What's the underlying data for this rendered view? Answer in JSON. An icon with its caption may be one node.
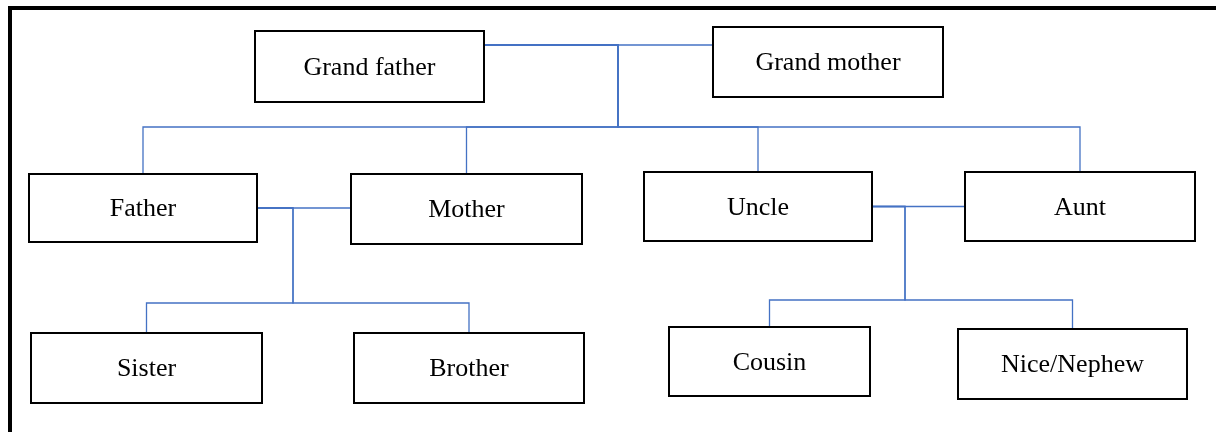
{
  "diagram": {
    "nodes": [
      {
        "text": [
          "Grand father"
        ]
      },
      {
        "text": [
          "Grand mother"
        ]
      },
      {
        "text": [
          "Father"
        ]
      },
      {
        "text": [
          "Mother"
        ]
      },
      {
        "text": [
          "Uncle"
        ]
      },
      {
        "text": [
          "Aunt"
        ]
      },
      {
        "text": [
          "Sister"
        ]
      },
      {
        "text": [
          "Brother"
        ]
      },
      {
        "text": [
          "Cousin"
        ]
      },
      {
        "text": [
          "Nice/Nephew"
        ]
      }
    ],
    "edges": [
      {
        "from": 0,
        "to": 1,
        "arrow": "none"
      },
      {
        "from": 0,
        "to": 2,
        "arrow": "none"
      },
      {
        "from": 0,
        "to": 3,
        "arrow": "none"
      },
      {
        "from": 0,
        "to": 4,
        "arrow": "none"
      },
      {
        "from": 0,
        "to": 5,
        "arrow": "none"
      },
      {
        "from": 2,
        "to": 3,
        "arrow": "none"
      },
      {
        "from": 4,
        "to": 5,
        "arrow": "none"
      },
      {
        "from": 2,
        "to": 6,
        "arrow": "none"
      },
      {
        "from": 2,
        "to": 7,
        "arrow": "none"
      },
      {
        "from": 4,
        "to": 8,
        "arrow": "none"
      },
      {
        "from": 4,
        "to": 9,
        "arrow": "none"
      }
    ]
  }
}
